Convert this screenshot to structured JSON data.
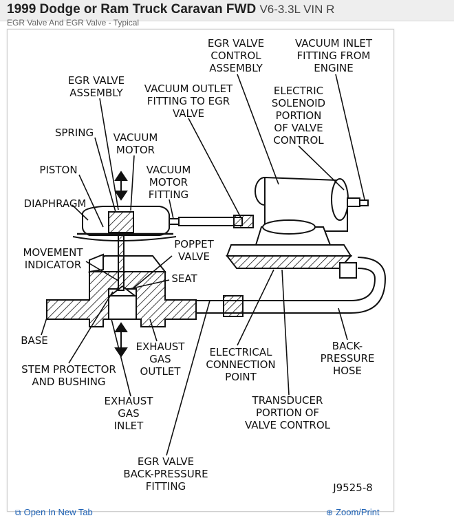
{
  "header": {
    "title": "1999 Dodge or Ram Truck Caravan FWD",
    "subtitle": "V6-3.3L VIN R"
  },
  "caption": "EGR Valve And EGR Valve - Typical",
  "diagram": {
    "figure_id": "J9525-8",
    "labels": {
      "egr_valve_control_assembly": [
        "EGR VALVE",
        "CONTROL",
        "ASSEMBLY"
      ],
      "vacuum_inlet_fitting": [
        "VACUUM INLET",
        "FITTING FROM",
        "ENGINE"
      ],
      "egr_valve_assembly": [
        "EGR VALVE",
        "ASSEMBLY"
      ],
      "vacuum_outlet_fitting": [
        "VACUUM OUTLET",
        "FITTING TO EGR",
        "VALVE"
      ],
      "electric_solenoid": [
        "ELECTRIC",
        "SOLENOID",
        "PORTION",
        "OF VALVE",
        "CONTROL"
      ],
      "spring": [
        "SPRING"
      ],
      "vacuum_motor": [
        "VACUUM",
        "MOTOR"
      ],
      "piston": [
        "PISTON"
      ],
      "vacuum_motor_fitting": [
        "VACUUM",
        "MOTOR",
        "FITTING"
      ],
      "diaphragm": [
        "DIAPHRAGM"
      ],
      "movement_indicator": [
        "MOVEMENT",
        "INDICATOR"
      ],
      "poppet_valve": [
        "POPPET",
        "VALVE"
      ],
      "seat": [
        "SEAT"
      ],
      "base": [
        "BASE"
      ],
      "exhaust_gas_outlet": [
        "EXHAUST",
        "GAS",
        "OUTLET"
      ],
      "electrical_connection": [
        "ELECTRICAL",
        "CONNECTION",
        "POINT"
      ],
      "back_pressure_hose": [
        "BACK-",
        "PRESSURE",
        "HOSE"
      ],
      "stem_protector": [
        "STEM PROTECTOR",
        "AND BUSHING"
      ],
      "exhaust_gas_inlet": [
        "EXHAUST",
        "GAS",
        "INLET"
      ],
      "transducer": [
        "TRANSDUCER",
        "PORTION OF",
        "VALVE CONTROL"
      ],
      "egr_back_pressure_fitting": [
        "EGR VALVE",
        "BACK-PRESSURE",
        "FITTING"
      ]
    }
  },
  "footer": {
    "open_tab": "Open In New Tab",
    "zoom_print": "Zoom/Print"
  }
}
